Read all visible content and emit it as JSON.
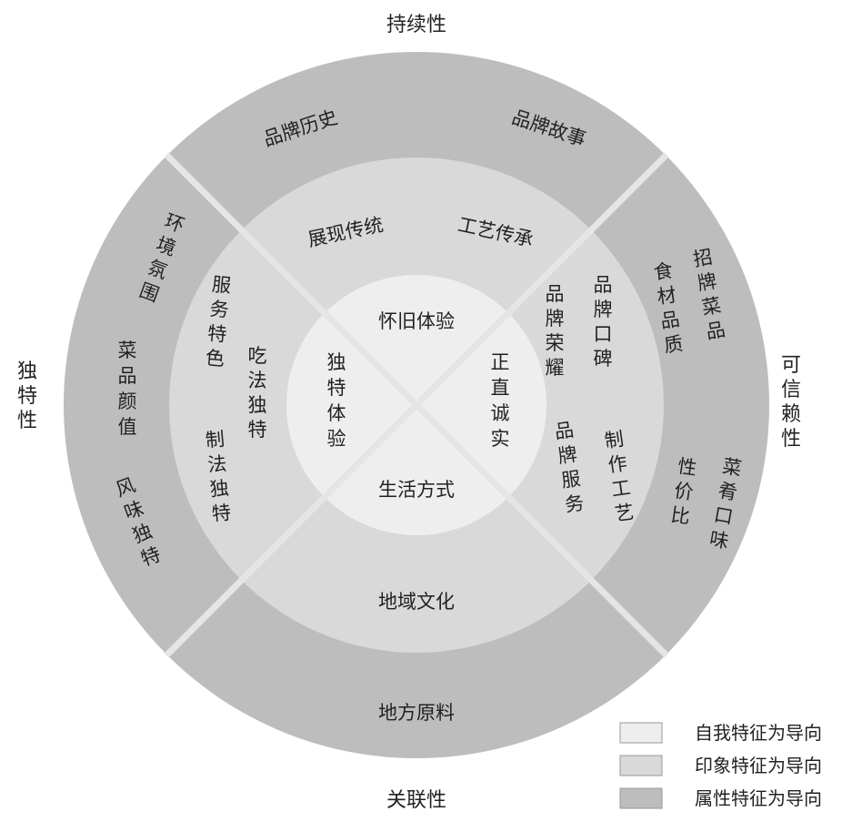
{
  "dimensions": {
    "top": "持续性",
    "right": "可信赖性",
    "bottom": "关联性",
    "left": "独特性"
  },
  "inner": {
    "top": "怀旧体验",
    "right": "正直诚实",
    "bottom": "生活方式",
    "left": "独特体验"
  },
  "middle": {
    "top_left": "展现传统",
    "top_right": "工艺传承",
    "right_1": "品牌口碑",
    "right_2": "品牌荣耀",
    "right_3": "制作工艺",
    "right_4": "品牌服务",
    "bottom": "地域文化",
    "left_1": "服务特色",
    "left_2": "吃法独特",
    "left_3": "制法独特"
  },
  "outer": {
    "top_left": "品牌历史",
    "top_right": "品牌故事",
    "right_1": "招牌菜品",
    "right_2": "食材品质",
    "right_3": "菜肴口味",
    "right_4": "性价比",
    "bottom": "地方原料",
    "left_1": "环境氛围",
    "left_2": "菜品颜值",
    "left_3": "风味独特"
  },
  "legend": [
    {
      "label": "自我特征为导向",
      "color": "#eeeeee"
    },
    {
      "label": "印象特征为导向",
      "color": "#d9d9d9"
    },
    {
      "label": "属性特征为导向",
      "color": "#bdbdbd"
    }
  ]
}
